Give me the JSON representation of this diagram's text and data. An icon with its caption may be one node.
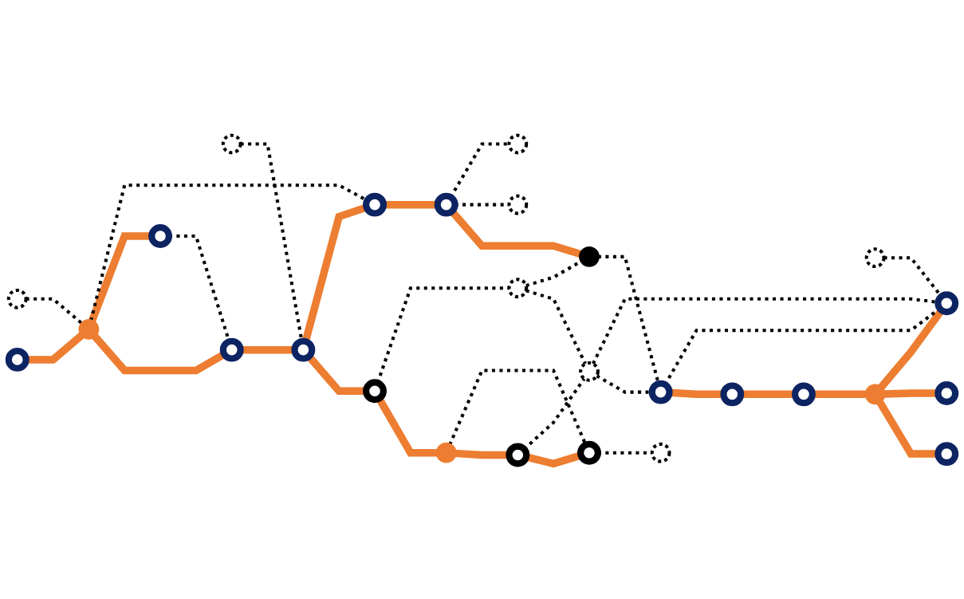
{
  "diagram": {
    "nodes": [
      {
        "text": [],
        "shape": "circle"
      },
      {
        "text": [],
        "shape": "circle"
      },
      {
        "text": [],
        "shape": "circle"
      },
      {
        "text": [],
        "shape": "circle"
      },
      {
        "text": [],
        "shape": "circle"
      },
      {
        "text": [],
        "shape": "circle"
      },
      {
        "text": [],
        "shape": "circle"
      },
      {
        "text": [],
        "shape": "circle"
      },
      {
        "text": [],
        "shape": "circle"
      },
      {
        "text": [],
        "shape": "circle"
      },
      {
        "text": [],
        "shape": "circle"
      },
      {
        "text": [],
        "shape": "circle"
      },
      {
        "text": [],
        "shape": "circle"
      },
      {
        "text": [],
        "shape": "circle"
      },
      {
        "text": [],
        "shape": "circle"
      },
      {
        "text": [],
        "shape": "circle"
      },
      {
        "text": [],
        "shape": "circle"
      },
      {
        "text": [],
        "shape": "circle"
      },
      {
        "text": [],
        "shape": "circle"
      },
      {
        "text": [],
        "shape": "circle"
      },
      {
        "text": [],
        "shape": "circle"
      },
      {
        "text": [],
        "shape": "circle"
      },
      {
        "text": [],
        "shape": "circle"
      },
      {
        "text": [],
        "shape": "circle"
      },
      {
        "text": [],
        "shape": "circle"
      },
      {
        "text": [],
        "shape": "circle"
      },
      {
        "text": [],
        "shape": "circle"
      }
    ],
    "edges": [
      {
        "from": 8,
        "to": 9,
        "arrow": "none",
        "style": "thick",
        "color": "#ed7d31"
      },
      {
        "from": 9,
        "to": 4,
        "arrow": "none",
        "style": "thick",
        "color": "#ed7d31"
      },
      {
        "from": 9,
        "to": 14,
        "arrow": "none",
        "style": "thick",
        "color": "#ed7d31"
      },
      {
        "from": 4,
        "to": 10,
        "arrow": "none",
        "style": "thick",
        "color": "#ed7d31"
      },
      {
        "from": 10,
        "to": 5,
        "arrow": "none",
        "style": "thick",
        "color": "#ed7d31"
      },
      {
        "from": 5,
        "to": 1,
        "arrow": "none",
        "style": "thick",
        "color": "#ed7d31"
      },
      {
        "from": 1,
        "to": 6,
        "arrow": "none",
        "style": "thick",
        "color": "#ed7d31"
      },
      {
        "from": 6,
        "to": 7,
        "arrow": "none",
        "style": "thick",
        "color": "#ed7d31"
      },
      {
        "from": 10,
        "to": 15,
        "arrow": "none",
        "style": "thick",
        "color": "#ed7d31"
      },
      {
        "from": 15,
        "to": 18,
        "arrow": "none",
        "style": "thick",
        "color": "#ed7d31"
      },
      {
        "from": 18,
        "to": 17,
        "arrow": "none",
        "style": "thick",
        "color": "#ed7d31"
      },
      {
        "from": 19,
        "to": 23,
        "arrow": "none",
        "style": "thick",
        "color": "#ed7d31"
      },
      {
        "from": 23,
        "to": 26,
        "arrow": "none",
        "style": "thick",
        "color": "#ed7d31"
      },
      {
        "from": 26,
        "to": 21,
        "arrow": "none",
        "style": "thick",
        "color": "#ed7d31"
      },
      {
        "from": 21,
        "to": 20,
        "arrow": "none",
        "style": "thick",
        "color": "#ed7d31"
      },
      {
        "from": 21,
        "to": 24,
        "arrow": "none",
        "style": "thick",
        "color": "#ed7d31"
      },
      {
        "from": 21,
        "to": 16,
        "arrow": "none",
        "style": "thick",
        "color": "#ed7d31"
      },
      {
        "from": 2,
        "to": 9,
        "arrow": "none",
        "style": "dashed",
        "color": "#000000"
      },
      {
        "from": 9,
        "to": 15,
        "arrow": "none",
        "style": "dashed",
        "color": "#000000"
      },
      {
        "from": 14,
        "to": 4,
        "arrow": "none",
        "style": "dashed",
        "color": "#000000"
      },
      {
        "from": 0,
        "to": 10,
        "arrow": "none",
        "style": "dashed",
        "color": "#000000"
      },
      {
        "from": 1,
        "to": 7,
        "arrow": "none",
        "style": "dashed",
        "color": "#000000"
      },
      {
        "from": 7,
        "to": 3,
        "arrow": "none",
        "style": "dashed",
        "color": "#000000"
      },
      {
        "from": 5,
        "to": 11,
        "arrow": "none",
        "style": "dashed",
        "color": "#000000"
      },
      {
        "from": 6,
        "to": 12,
        "arrow": "none",
        "style": "dashed",
        "color": "#000000"
      },
      {
        "from": 11,
        "to": 12,
        "arrow": "none",
        "style": "dashed",
        "color": "#000000"
      },
      {
        "from": 11,
        "to": 17,
        "arrow": "none",
        "style": "dashed",
        "color": "#000000"
      },
      {
        "from": 12,
        "to": 19,
        "arrow": "none",
        "style": "dashed",
        "color": "#000000"
      },
      {
        "from": 12,
        "to": 16,
        "arrow": "none",
        "style": "dashed",
        "color": "#000000"
      },
      {
        "from": 13,
        "to": 16,
        "arrow": "none",
        "style": "dashed",
        "color": "#000000"
      },
      {
        "from": 17,
        "to": 19,
        "arrow": "none",
        "style": "dashed",
        "color": "#000000"
      },
      {
        "from": 19,
        "to": 16,
        "arrow": "none",
        "style": "dashed",
        "color": "#000000"
      },
      {
        "from": 18,
        "to": 22,
        "arrow": "none",
        "style": "dashed",
        "color": "#000000"
      },
      {
        "from": 18,
        "to": 25,
        "arrow": "none",
        "style": "dashed",
        "color": "#000000"
      }
    ]
  }
}
